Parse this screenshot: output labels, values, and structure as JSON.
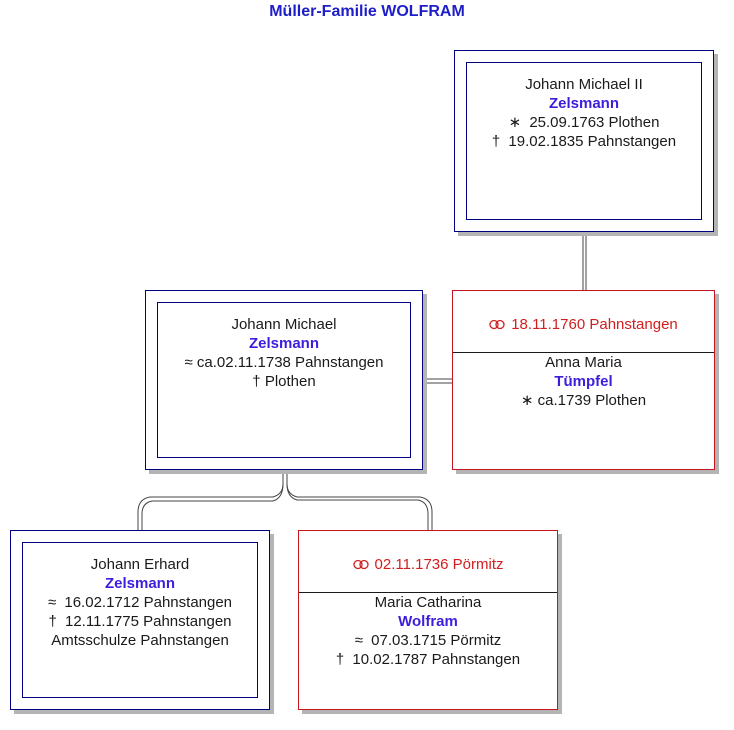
{
  "title": "Müller-Familie WOLFRAM",
  "colors": {
    "title": "#1e1ec8",
    "surname": "#3c1edc",
    "marriage": "#d21e1e",
    "person_border": "#000080",
    "spouse_border": "#c8141e"
  },
  "grandfather": {
    "given": "Johann Michael II",
    "surname": "Zelsmann",
    "birth_symbol": "∗",
    "birth": "25.09.1763 Plothen",
    "death_symbol": "†",
    "death": "19.02.1835 Pahnstangen"
  },
  "father": {
    "given": "Johann Michael",
    "surname": "Zelsmann",
    "baptism_symbol": "≈",
    "baptism": "ca.02.11.1738 Pahnstangen",
    "death_symbol": "†",
    "death": "Plothen"
  },
  "father_spouse": {
    "marriage_icon": "wedding-rings-icon",
    "marriage": "18.11.1760 Pahnstangen",
    "given": "Anna Maria",
    "surname": "Tümpfel",
    "birth_symbol": "∗",
    "birth": "ca.1739 Plothen"
  },
  "child": {
    "given": "Johann Erhard",
    "surname": "Zelsmann",
    "baptism_symbol": "≈",
    "baptism": "16.02.1712 Pahnstangen",
    "death_symbol": "†",
    "death": "12.11.1775 Pahnstangen",
    "occupation": "Amtsschulze Pahnstangen"
  },
  "child_spouse": {
    "marriage_icon": "wedding-rings-icon",
    "marriage": "02.11.1736 Pörmitz",
    "given": "Maria Catharina",
    "surname": "Wolfram",
    "baptism_symbol": "≈",
    "baptism": "07.03.1715 Pörmitz",
    "death_symbol": "†",
    "death": "10.02.1787 Pahnstangen"
  }
}
